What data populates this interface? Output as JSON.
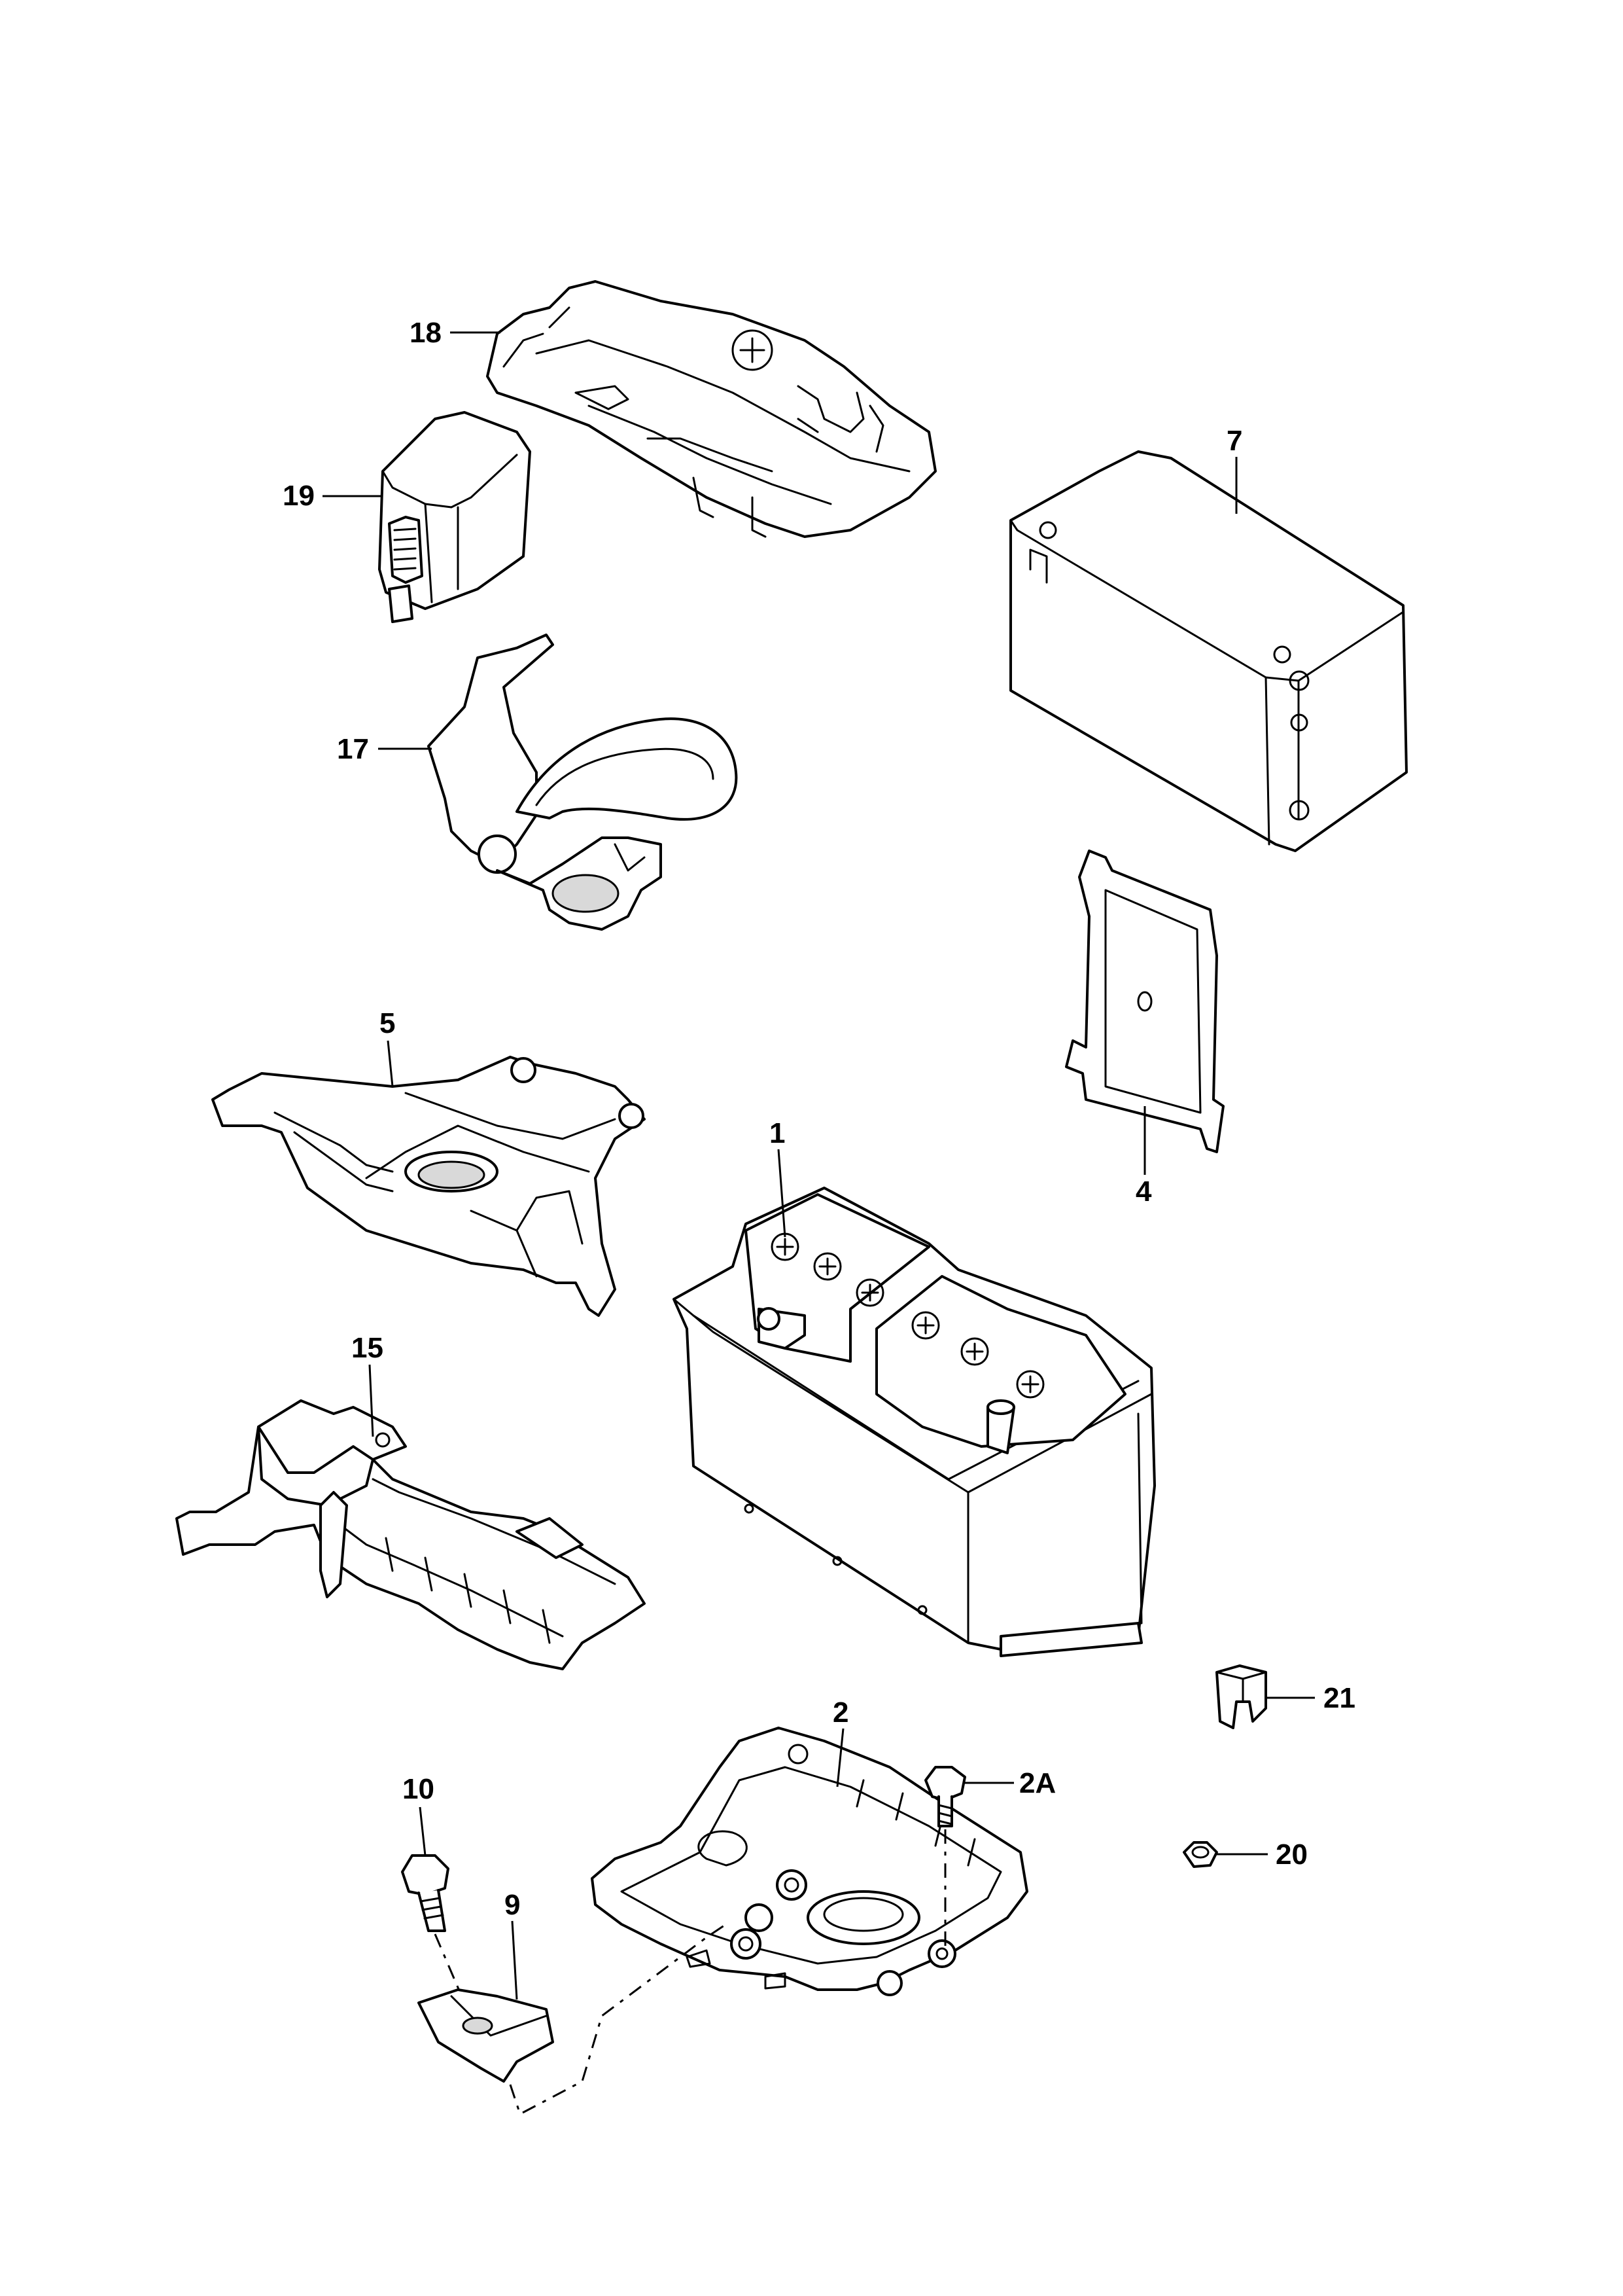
{
  "callouts": {
    "p1": "1",
    "p2": "2",
    "p2a": "2A",
    "p4": "4",
    "p5": "5",
    "p7": "7",
    "p9": "9",
    "p10": "10",
    "p15": "15",
    "p17": "17",
    "p18": "18",
    "p19": "19",
    "p20": "20",
    "p21": "21"
  },
  "colors": {
    "line": "#000000",
    "background": "#ffffff",
    "shade": "#d9d9d9"
  }
}
